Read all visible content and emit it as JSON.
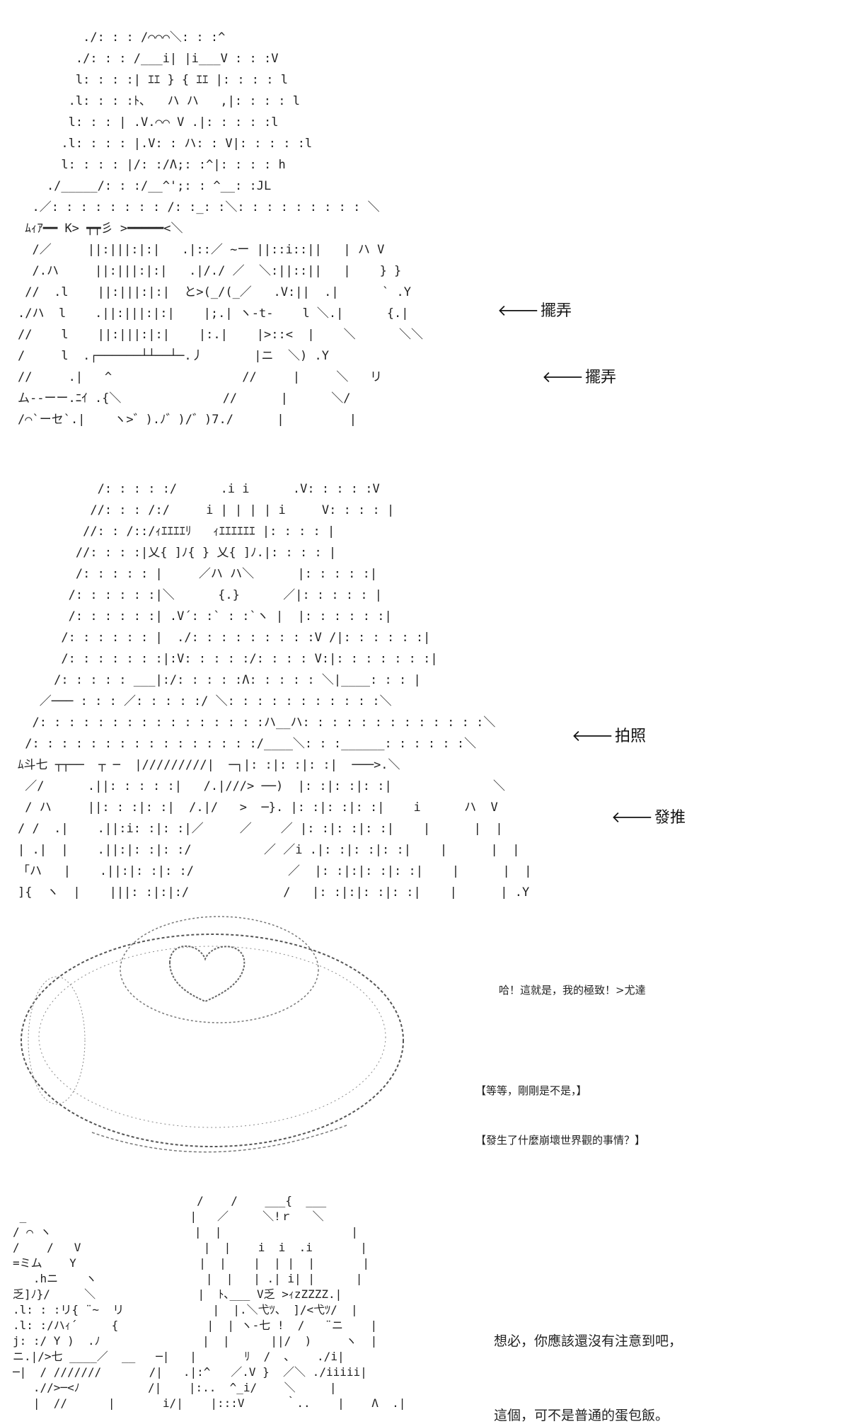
{
  "panel1": {
    "art": [
      "         ./: : : /⌒⌒⌒＼: : :^",
      "        ./: : : /___i| |i___V : : :V",
      "        l: : : :| ｴｴ } { ｴｴ |: : : : l",
      "       .l: : : :ﾄ､   ハ ハ   ,|: : : : l",
      "       l: : : | .V.⌒⌒ V .|: : : : :l",
      "      .l: : : : |.V: : ハ: : V|: : : : :l",
      "      l: : : : |/: :/Λ;: :^|: : : : h",
      "    ./_____/: : :/__^';: : ^__: :JL",
      "  .／: : : : : : : : /: :_: :＼: : : : : : : : : ＼",
      " ﾑｨｱ━━ K> ┯┯彡 >━━━━━<＼",
      "  /／     ||:|||:|:|   .|::／ ~ー ||::i::||   | ハ V",
      "  /.ハ     ||:|||:|:|   .|/./ ／  ＼:||::||   |    } }",
      " //  .l    ||:|||:|:|  と>(_/(_／   .V:||  .|      ` .Y",
      "./ハ  l    .||:|||:|:|    |;.| ヽ-t-    l ＼.|      {.|",
      "//    l    ||:|||:|:|    |:.|    |>::<  |    ＼      ＼＼",
      "/     l  .┌──────┴┴──┴─.丿       |ニ  ＼) .Y",
      "//     .|   ^                  //     |     ＼   リ",
      "ム--ーー.ﾆｲ .{＼              //      |      ＼/",
      "/⌒`ーセ`.|    ヽ>゛).ﾉ゛)/゛)7./      |         |"
    ],
    "annotations": [
      {
        "arrow": "🡐",
        "text": "擺弄"
      },
      {
        "arrow": "🡐",
        "text": "擺弄"
      }
    ]
  },
  "panel2": {
    "art": [
      "           /: : : : :/      .i i      .V: : : : :V",
      "          //: : : /:/     i | | | | i     V: : : : |",
      "         //: : /::/ｨｴｴｴｴﾘ   ｨｴｴｴｴｴｴ |: : : : |",
      "        //: : : :|乂{ ]ﾉ{ } 乂{ ]ﾉ.|: : : : |",
      "        /: : : : : |     ／ハ ハ＼      |: : : : :|",
      "       /: : : : : :|＼      {.}      ／|: : : : : |",
      "       /: : : : : :| .V´: :` : :`ヽ |  |: : : : : :|",
      "      /: : : : : : |  ./: : : : : : : : :V /|: : : : : :|",
      "      /: : : : : : :|:V: : : : :/: : : : V:|: : : : : : :|",
      "     /: : : : : ___|:/: : : : :Λ: : : : : ＼|____: : : |",
      "   ／─── : : : ／: : : : :/ ＼: : : : : : : : : : :＼",
      "  /: : : : : : : : : : : : : : : :ハ__ハ: : : : : : : : : : : : :＼",
      " /: : : : : : : : : : : : : : : :/____＼: : :______: : : : : :＼",
      "ﾑ斗七 ┬┬──  ┬ ─  |/////////|  ─┐|: :|: :|: :|  ───>.＼",
      " ／/      .||: : : : :|   /.|///> ──)  |: :|: :|: :|              ＼",
      " / ハ     ||: : :|: :|  /.|/   >  ─}. |: :|: :|: :|    i      ハ  V",
      "/ /  .|    .||:i: :|: :|／     ／    ／ |: :|: :|: :|    |      |  |",
      "| .|  |    .||:|: :|: :/          ／ ／i .|: :|: :|: :|    |      |  |",
      "「ハ   |    .||:|: :|: :/             ／  |: :|:|: :|: :|    |      |  |",
      "]{  ヽ  |    |||: :|:|:/             /   |: :|:|: :|: :|    |      | .Y"
    ],
    "annotations": [
      {
        "arrow": "🡐",
        "text": "拍照"
      },
      {
        "arrow": "🡐",
        "text": "發推"
      }
    ]
  },
  "panel3": {
    "captions": [
      "哈！這就是，我的極致！>尤達",
      "【等等，剛剛是不是，】",
      "【發生了什麼崩壞世界觀的事情？】"
    ]
  },
  "panel4": {
    "art": [
      "                           /    /    ___{  ___",
      " _                        |   ／     ＼!ｒ   ＼",
      "/ ⌒ ヽ                     |  |                   |",
      "/    /   V                  |  |    i  i  .i       |",
      "=ミム    Y                  |  |    |  | |  |       |",
      "   .hニ    ヽ                |  |   | .| i| |      |",
      "乏]ﾉ}/     ＼               |  ﾄ､___ V乏 >ｨzZZZZ.|",
      ".l: : :リ{ ¨~  リ             |  |.＼弋ﾂ、 ]/<弋ﾂ/  |",
      ".l: :/ハｨ´     {             |  | ヽ-七 !  /   ¨ニ    |",
      "j: :/ Y )  .ﾉ               |  |      ||/  )     ヽ  |",
      "ニ.|/>七 ____／  __   ─|   |       ﾘ  /  ､    ./i|",
      "─|  / ///////       /|   .|:^   ／.V }  ／＼ ./iiiii|",
      "   .//>─<ﾉ          /|    |:..  ^_i/    ＼     |",
      "   |  //      |       i/|    |:::V      ｀..    |    Λ  .|"
    ],
    "captions": [
      "想必，你應該還沒有注意到吧，",
      "這個，可不是普通的蛋包飯。"
    ]
  }
}
